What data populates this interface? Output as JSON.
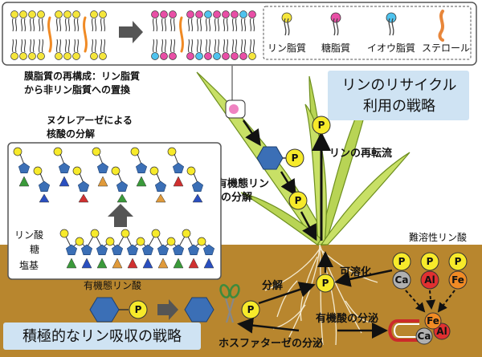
{
  "legend": {
    "items": [
      {
        "label": "リン脂質",
        "head_color": "#f5e63c",
        "tail_color": "#444444"
      },
      {
        "label": "糖脂質",
        "head_color": "#e84fa6",
        "tail_color": "#444444"
      },
      {
        "label": "イオウ脂質",
        "head_color": "#4fc3ee",
        "tail_color": "#444444"
      },
      {
        "label": "ステロール",
        "head_color": "#e8863a",
        "tail_color": "#e8863a"
      }
    ]
  },
  "membrane": {
    "caption_line1": "膜脂質の再構成：リン脂質",
    "caption_line2": "から非リン脂質への置換"
  },
  "nuclease": {
    "caption_line1": "ヌクレアーゼによる",
    "caption_line2": "核酸の分解",
    "label_phosphate": "リン酸",
    "label_sugar": "糖",
    "label_base": "塩基"
  },
  "plant": {
    "recycle_line1": "リンのリサイクル",
    "recycle_line2": "利用の戦略",
    "organic_line1": "有機態リン",
    "organic_line2": "の分解",
    "retransport": "リンの再転流"
  },
  "soil": {
    "organic_p": "有機態リン酸",
    "decompose": "分解",
    "solubilize": "可溶化",
    "insoluble": "難溶性リン酸",
    "organic_acid": "有機酸の分泌",
    "phosphatase": "ホスファターゼの分泌",
    "active_line": "積極的なリン吸収の戦略"
  },
  "symbols": {
    "p": "P",
    "ca": "Ca",
    "al": "Al",
    "fe": "Fe"
  },
  "colors": {
    "soil": "#b8862e",
    "leaf": "#c8e066",
    "leaf_edge": "#6e8f1f",
    "box_blue": "#cfe3f3",
    "phosphate": "#f7ea2a",
    "sugar": "#3b6fb6",
    "ca": "#b0b0b0",
    "al": "#e03030",
    "fe": "#f08a24"
  }
}
